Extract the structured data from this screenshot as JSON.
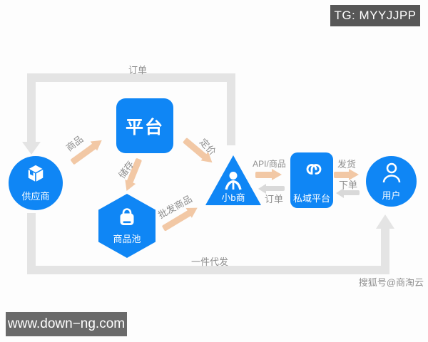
{
  "badges": {
    "tg": "TG: MYYJJPP",
    "site": "www.down−ng.com",
    "credit": "搜狐号@商淘云"
  },
  "colors": {
    "node_blue": "#0f86f5",
    "arrow_orange": "#f2c8a5",
    "path_gray": "#e4e4e4",
    "small_arrow_gray": "#d9d9d9",
    "label_gray": "#8e8e8e",
    "tg_badge_gray": "#575757",
    "site_badge_gray": "#6a6a6a"
  },
  "nodes": {
    "supplier": {
      "label": "供应商",
      "shape": "circle",
      "icon": "cube-icon"
    },
    "platform": {
      "label": "平台",
      "shape": "rounded-square",
      "icon": ""
    },
    "product_pool": {
      "label": "商品池",
      "shape": "hexagon",
      "icon": "bag-icon"
    },
    "small_b": {
      "label": "小b商",
      "shape": "triangle",
      "icon": "person-icon"
    },
    "private_domain": {
      "label": "私域平台",
      "shape": "rounded-rect",
      "icon": "loop-icon"
    },
    "user": {
      "label": "用户",
      "shape": "circle",
      "icon": "user-outline-icon"
    }
  },
  "flows": {
    "order_top": "订单",
    "goods": "商品",
    "store": "储存",
    "pricing": "定价",
    "wholesale": "批发商品",
    "api_goods": "API/商品",
    "order_small": "订单",
    "ship": "发货",
    "place_order": "下单",
    "dropship": "一件代发"
  }
}
